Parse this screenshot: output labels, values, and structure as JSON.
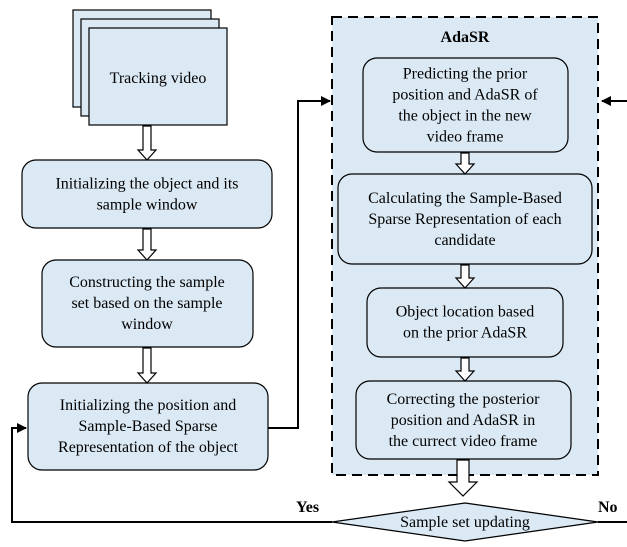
{
  "diagram": {
    "panel_title": "AdaSR",
    "tracking_video": [
      "Tracking video"
    ],
    "left_steps": [
      [
        "Initializing  the object and its",
        "sample window"
      ],
      [
        "Constructing the sample",
        "set based on the sample",
        "window"
      ],
      [
        "Initializing the position and",
        "Sample-Based Sparse",
        "Representation of the object"
      ]
    ],
    "right_steps": [
      [
        "Predicting the prior",
        "position and AdaSR of",
        "the object in the new",
        "video frame"
      ],
      [
        "Calculating the Sample-Based",
        "Sparse Representation of each",
        "candidate"
      ],
      [
        "Object location based",
        "on the prior AdaSR"
      ],
      [
        "Correcting the posterior",
        "position and AdaSR in",
        "the currect video frame"
      ]
    ],
    "decision": "Sample set updating",
    "yes_label": "Yes",
    "no_label": "No",
    "colors": {
      "fill": "#dbe9f4",
      "stroke": "#000000",
      "background": "#ffffff"
    }
  }
}
